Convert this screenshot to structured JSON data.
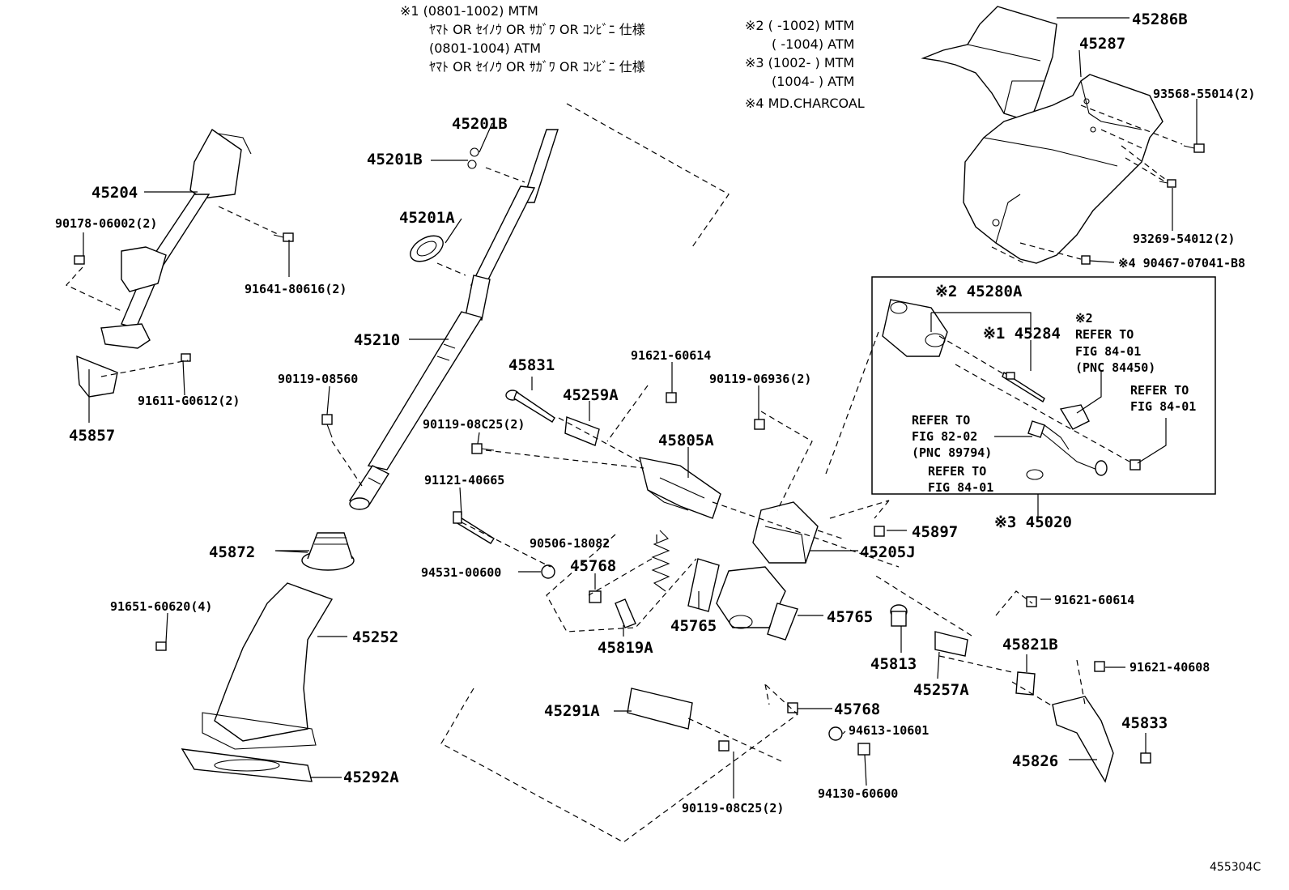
{
  "notes": {
    "note1_line1": "※1 (0801-1002) MTM",
    "note1_line2": "ﾔﾏﾄ OR ｾｲﾉｳ OR ｻｶﾞﾜ OR ｺﾝﾋﾞﾆ 仕様",
    "note1_line3": "(0801-1004) ATM",
    "note1_line4": "ﾔﾏﾄ OR ｾｲﾉｳ OR ｻｶﾞﾜ OR ｺﾝﾋﾞﾆ 仕様",
    "note2_line1": "※2 (     -1002) MTM",
    "note2_line2": "(     -1004) ATM",
    "note3_line1": "※3 (1002-     ) MTM",
    "note3_line2": "(1004-     ) ATM",
    "note4": "※4 MD.CHARCOAL"
  },
  "parts": {
    "p45286B": "45286B",
    "p45287": "45287",
    "p93568": "93568-55014(2)",
    "p93269": "93269-54012(2)",
    "p90467": "※4 90467-07041-B8",
    "p45201B_a": "45201B",
    "p45201B_b": "45201B",
    "p45201A": "45201A",
    "p45204": "45204",
    "p90178": "90178-06002(2)",
    "p91641": "91641-80616(2)",
    "p45210": "45210",
    "p91611": "91611-G0612(2)",
    "p45857": "45857",
    "p90119_08560": "90119-08560",
    "p45831": "45831",
    "p91621_60614_a": "91621-60614",
    "p90119_06936": "90119-06936(2)",
    "p45259A": "45259A",
    "p90119_08C25_a": "90119-08C25(2)",
    "p45805A": "45805A",
    "p91121": "91121-40665",
    "p90506": "90506-18082",
    "p94531": "94531-00600",
    "p45768_a": "45768",
    "p45872": "45872",
    "p45897": "45897",
    "p45205J": "45205J",
    "p45765_a": "45765",
    "p45765_b": "45765",
    "p45819A": "45819A",
    "p91651": "91651-60620(4)",
    "p45252": "45252",
    "p45813": "45813",
    "p45257A": "45257A",
    "p91621_60614_b": "91621-60614",
    "p45821B": "45821B",
    "p91621_40608": "91621-40608",
    "p45291A": "45291A",
    "p45768_b": "45768",
    "p94613": "94613-10601",
    "p94130": "94130-60600",
    "p45833": "45833",
    "p45826": "45826",
    "p90119_08C25_b": "90119-08C25(2)",
    "p45292A": "45292A",
    "p45280A": "※2 45280A",
    "p45284": "※1 45284",
    "p45020": "※3 45020"
  },
  "refs": {
    "ref2_mark": "※2",
    "ref2_l1": "REFER TO",
    "ref2_l2": "FIG 84-01",
    "ref2_l3": "(PNC 84450)",
    "ref3_l1": "REFER TO",
    "ref3_l2": "FIG 84-01",
    "ref4_l1": "REFER TO",
    "ref4_l2": "FIG 82-02",
    "ref4_l3": "(PNC 89794)",
    "ref5_l1": "REFER TO",
    "ref5_l2": "FIG 84-01"
  },
  "figure_code": "455304C"
}
